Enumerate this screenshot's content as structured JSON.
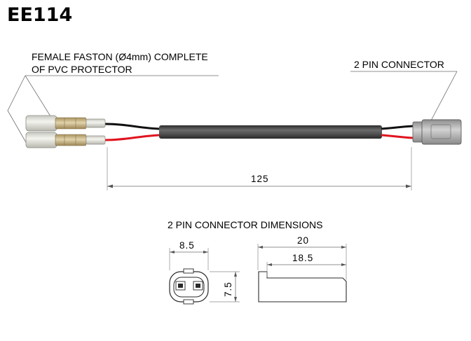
{
  "title": "EE114",
  "labels": {
    "faston": {
      "line1": "FEMALE FASTON (Ø4mm) COMPLETE",
      "line2": "OF PVC PROTECTOR"
    },
    "connector": "2 PIN CONNECTOR",
    "dimensions_heading": "2 PIN CONNECTOR  DIMENSIONS"
  },
  "dimensions": {
    "cable_length": "125",
    "front_width": "8.5",
    "front_height": "7.5",
    "side_total": "20",
    "side_body": "18.5"
  },
  "colors": {
    "wire_black": "#111111",
    "wire_red": "#e0141e",
    "sheath": "#4a4a4a",
    "connector_body": "#b9b9b9",
    "faston_sleeve": "#dcdcd4",
    "faston_metal": "#c9b48a"
  }
}
